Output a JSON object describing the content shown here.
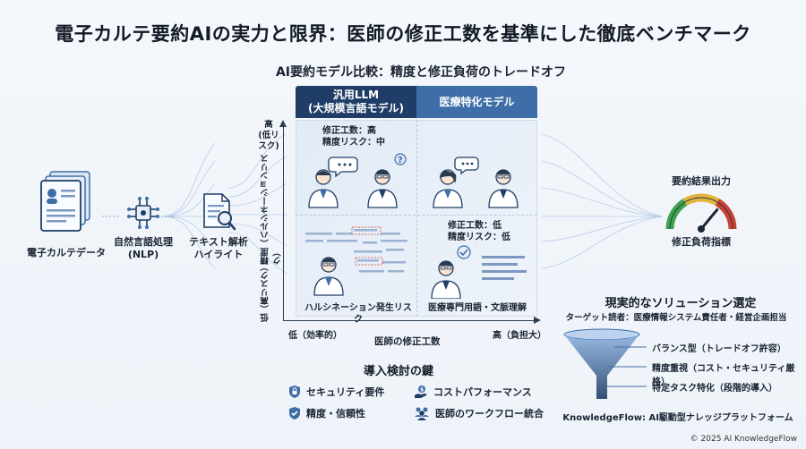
{
  "title": "電子カルテ要約AIの実力と限界：医師の修正工数を基準にした徹底ベンチマーク",
  "subtitle": "AI要約モデル比較：精度と修正負荷のトレードオフ",
  "pipeline": {
    "ehr_label": "電子カルテデータ",
    "nlp_label_1": "自然言語処理",
    "nlp_label_2": "(NLP)",
    "text_label_1": "テキスト解析",
    "text_label_2": "ハイライト"
  },
  "matrix": {
    "col_general_1": "汎用LLM",
    "col_general_2": "(大規模言語モデル)",
    "col_medical": "医療特化モデル",
    "q1_line1": "修正工数：高",
    "q1_line2": "精度リスク：中",
    "q4_line1": "修正工数：低",
    "q4_line2": "精度リスク：低",
    "q3_caption": "ハルシネーション発生リスク",
    "q4_caption": "医療専門用語・文脈理解",
    "y_high": "高",
    "y_high_sub": "(低リスク)",
    "y_axis_upper": "精度（ハルシネーションリスク）",
    "y_axis_lower": "低（高リスク）",
    "x_low": "低（効率的）",
    "x_label": "医師の修正工数",
    "x_high": "高（負担大）"
  },
  "output": {
    "title": "要約結果出力",
    "gauge_label": "修正負荷指標",
    "gauge_level": 0.72
  },
  "solution": {
    "title": "現実的なソリューション選定",
    "target": "ターゲット読者：医療情報システム責任者・経営企画担当",
    "items": [
      "バランス型（トレードオフ許容）",
      "精度重視（コスト・セキュリティ厳格）",
      "特定タスク特化（段階的導入）"
    ],
    "footer": "KnowledgeFlow: AI駆動型ナレッジプラットフォーム"
  },
  "keys": {
    "title": "導入検討の鍵",
    "items": [
      {
        "label": "セキュリティ要件",
        "icon": "shield-lock-icon"
      },
      {
        "label": "コストパフォーマンス",
        "icon": "hand-coin-icon"
      },
      {
        "label": "精度・信頼性",
        "icon": "shield-check-icon"
      },
      {
        "label": "医師のワークフロー統合",
        "icon": "team-icon"
      }
    ]
  },
  "copyright": "© 2025 AI KnowledgeFlow",
  "colors": {
    "navy": "#1f3d66",
    "blue": "#3e6ea8",
    "gauge_green": "#3fa34d",
    "gauge_yellow": "#e3b53a",
    "gauge_red": "#c8412e"
  }
}
